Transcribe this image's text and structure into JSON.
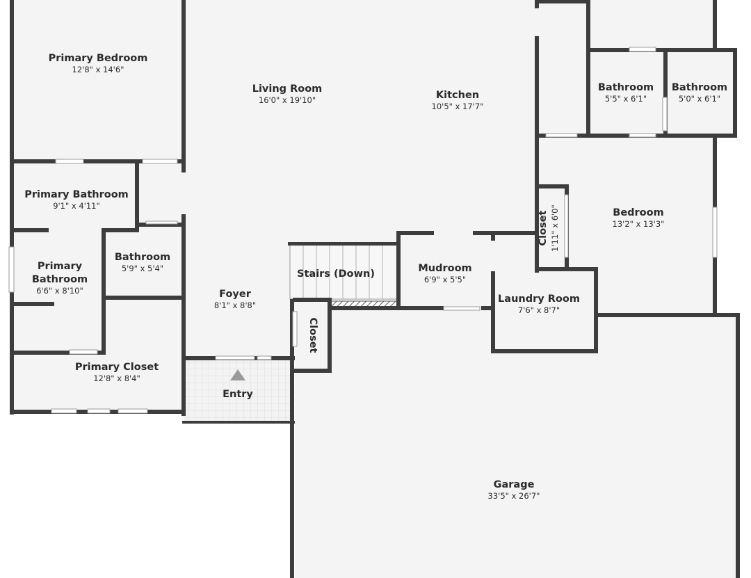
{
  "rooms": {
    "primary_bedroom": {
      "name": "Primary Bedroom",
      "dims": "12'8\" x 14'6\""
    },
    "living_room": {
      "name": "Living Room",
      "dims": "16'0\" x 19'10\""
    },
    "kitchen": {
      "name": "Kitchen",
      "dims": "10'5\" x 17'7\""
    },
    "bathroom_1": {
      "name": "Bathroom",
      "dims": "5'5\" x 6'1\""
    },
    "bathroom_2": {
      "name": "Bathroom",
      "dims": "5'0\" x 6'1\""
    },
    "primary_bathroom_1": {
      "name": "Primary Bathroom",
      "dims": "9'1\" x 4'11\""
    },
    "primary_bathroom_2": {
      "name_line1": "Primary",
      "name_line2": "Bathroom",
      "dims": "6'6\" x 8'10\""
    },
    "bathroom_3": {
      "name": "Bathroom",
      "dims": "5'9\" x 5'4\""
    },
    "stairs": {
      "name": "Stairs (Down)"
    },
    "mudroom": {
      "name": "Mudroom",
      "dims": "6'9\" x 5'5\""
    },
    "foyer": {
      "name": "Foyer",
      "dims": "8'1\" x 8'8\""
    },
    "closet_1": {
      "name": "Closet",
      "dims": "1'11\" x 6'0\""
    },
    "bedroom": {
      "name": "Bedroom",
      "dims": "13'2\" x 13'3\""
    },
    "laundry_room": {
      "name": "Laundry Room",
      "dims": "7'6\" x 8'7\""
    },
    "closet_2": {
      "name": "Closet"
    },
    "primary_closet": {
      "name": "Primary Closet",
      "dims": "12'8\" x 8'4\""
    },
    "entry": {
      "name": "Entry"
    },
    "garage": {
      "name": "Garage",
      "dims": "33'5\" x 26'7\""
    }
  },
  "colors": {
    "wall": "#3d3d3d",
    "floor": "#f4f4f4",
    "text": "#2b2b2b",
    "entry_marker": "#9a9a9a"
  }
}
